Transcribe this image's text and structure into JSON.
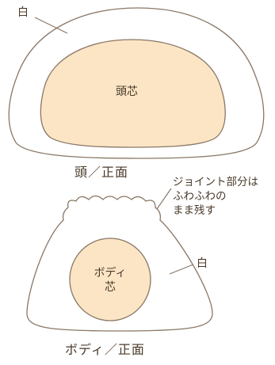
{
  "head": {
    "shell_label": "白",
    "core_label": "頭芯",
    "caption": "頭／正面"
  },
  "body": {
    "joint_note_line1": "ジョイント部分は",
    "joint_note_line2": "ふわふわの",
    "joint_note_line3": "まま残す",
    "shell_label": "白",
    "core_label_line1": "ボディ",
    "core_label_line2": "芯",
    "caption": "ボディ／正面"
  },
  "colors": {
    "outline": "#8a7766",
    "core_fill": "#fbe5c5",
    "text": "#4a3a2a"
  }
}
